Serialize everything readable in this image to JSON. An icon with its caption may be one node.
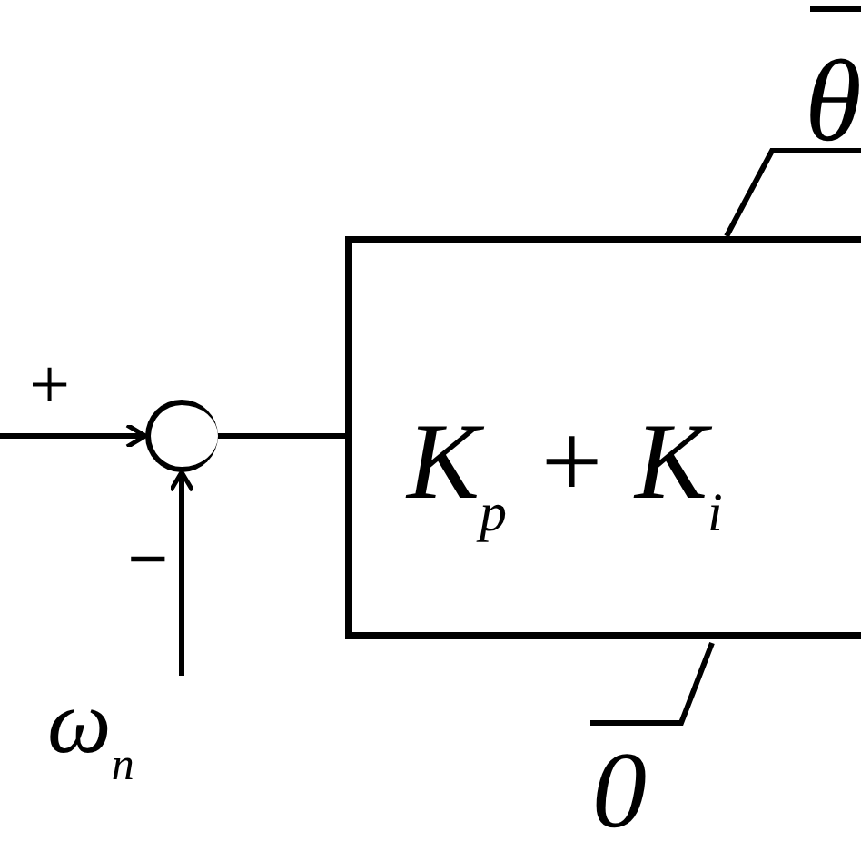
{
  "diagram": {
    "nodes": [
      {
        "text": [],
        "shape": "circle"
      },
      {
        "text": [
          "K$_{p}$ + K$_{i}$"
        ],
        "beside": [
          "θ",
          "0"
        ]
      },
      {
        "text": [
          "ω$_{n}$"
        ]
      }
    ],
    "edges": [
      {
        "from": null,
        "to": 0,
        "arrow": "to"
      },
      {
        "from": 2,
        "to": 0,
        "arrow": "to"
      },
      {
        "from": 0,
        "to": 1,
        "arrow": "none"
      }
    ],
    "labels": [
      "+",
      "−"
    ]
  }
}
